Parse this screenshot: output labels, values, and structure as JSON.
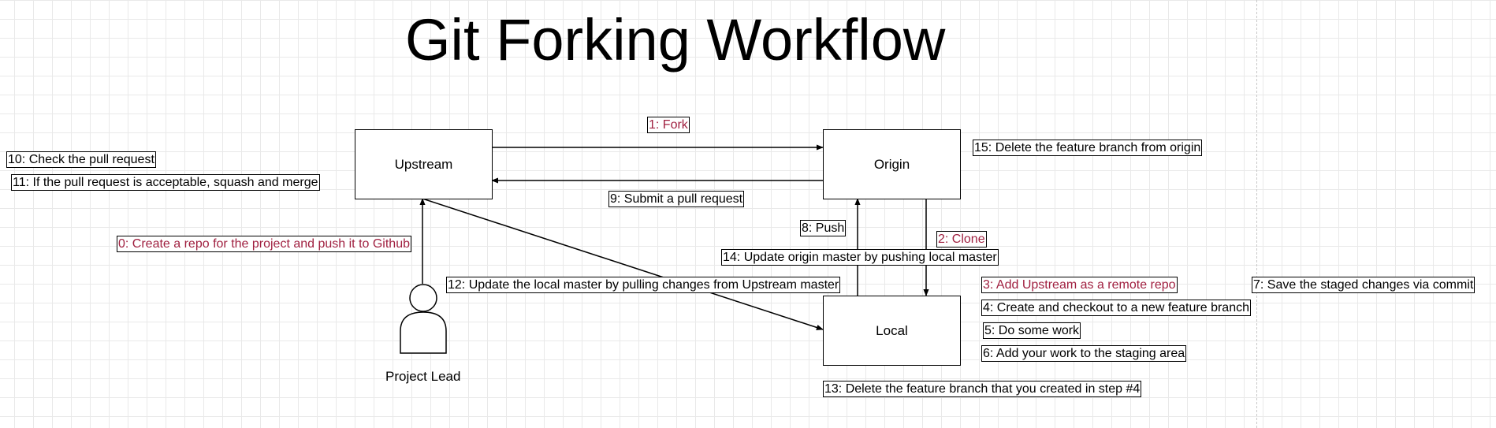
{
  "title": "Git Forking Workflow",
  "nodes": {
    "upstream": "Upstream",
    "origin": "Origin",
    "local": "Local"
  },
  "actor": {
    "label": "Project Lead"
  },
  "steps": {
    "s0": "0: Create a repo for the project and push it to Github",
    "s1": "1: Fork",
    "s2": "2: Clone",
    "s3": "3: Add Upstream as a remote repo",
    "s4": "4: Create and checkout to a new feature branch",
    "s5": "5: Do some work",
    "s6": "6: Add your work to the staging area",
    "s7": "7: Save the staged changes via commit",
    "s8": "8: Push",
    "s9": "9: Submit a pull request",
    "s10": "10: Check the pull request",
    "s11": "11: If the pull request is acceptable, squash and merge",
    "s12": "12: Update the local master by pulling changes from Upstream master",
    "s13": "13: Delete the feature branch that you created in step #4",
    "s14": "14: Update origin master by pushing local master",
    "s15": "15: Delete the feature branch from origin"
  },
  "colors": {
    "highlight_text": "#a02040",
    "stroke": "#000000"
  }
}
